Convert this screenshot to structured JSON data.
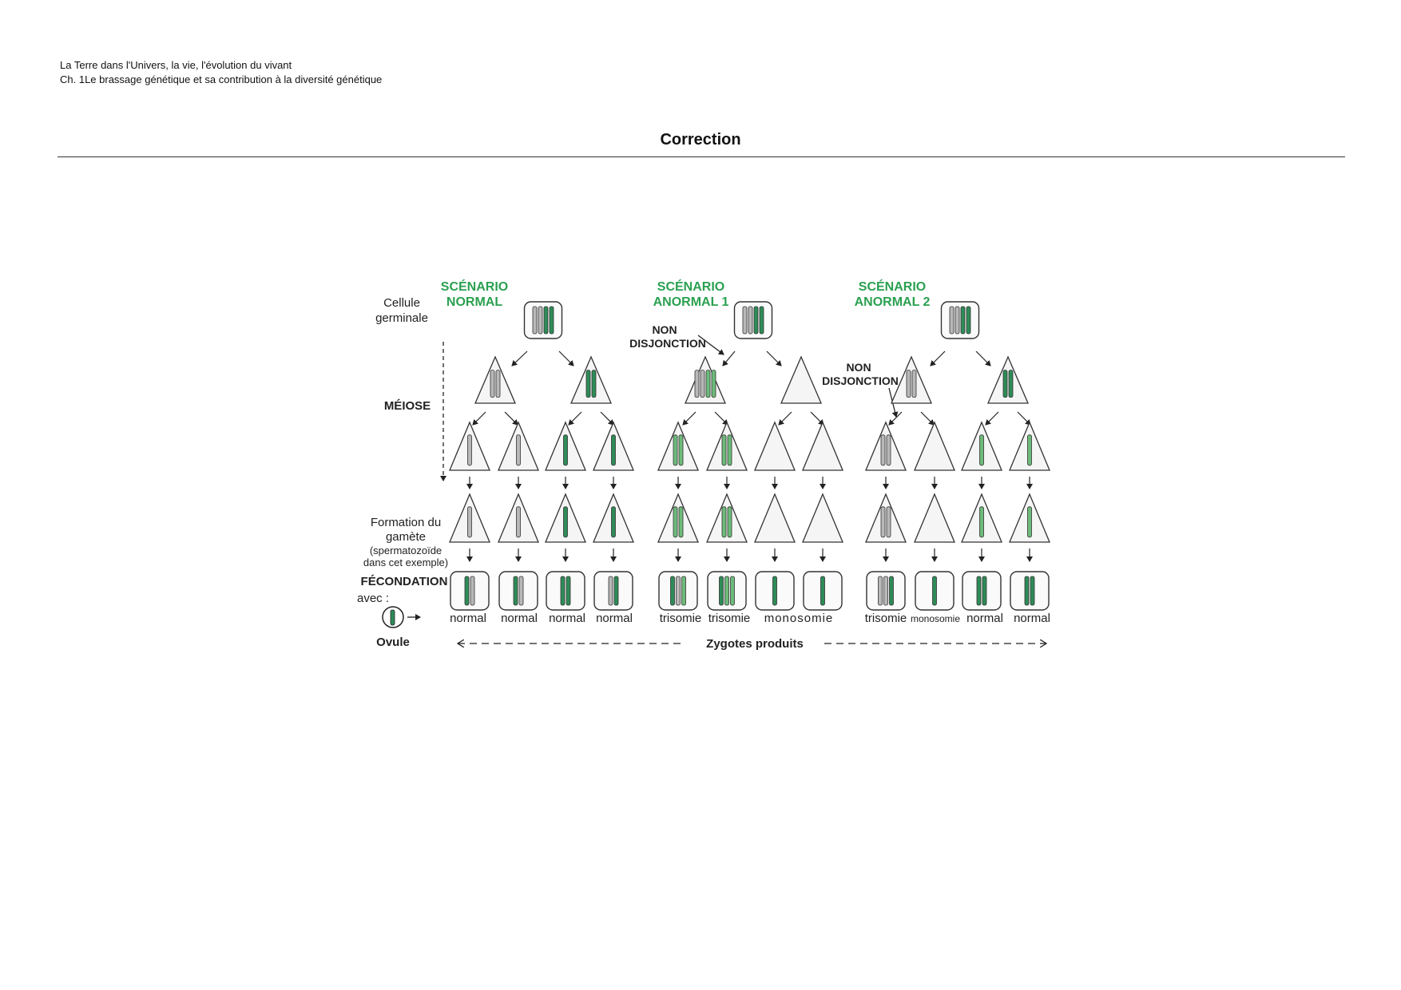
{
  "header": {
    "line1": "La Terre dans l'Univers, la vie, l'évolution du vivant",
    "line2": "Ch. 1Le brassage génétique et sa contribution à la diversité génétique"
  },
  "page_title": "Correction",
  "colors": {
    "green": "#2e8b57",
    "green_light": "#6dbb7a",
    "gray": "#b8b8b8",
    "label_green": "#2aa050"
  },
  "diagram": {
    "left_labels": {
      "cellule": [
        "Cellule",
        "germinale"
      ],
      "meiose": "MÉIOSE",
      "formation": [
        "Formation du",
        "gamète",
        "(spermatozoïde",
        "dans cet exemple)"
      ],
      "fecondation": "FÉCONDATION",
      "avec": "avec :",
      "ovule": "Ovule"
    },
    "scenarios": [
      {
        "title": [
          "SCÉNARIO",
          "NORMAL"
        ],
        "zygotes": [
          "normal",
          "normal",
          "normal",
          "normal"
        ]
      },
      {
        "title": [
          "SCÉNARIO",
          "ANORMAL 1"
        ],
        "non_disjonction": [
          "NON",
          "DISJONCTION"
        ],
        "zygotes": [
          "trisomie",
          "trisomie",
          "monosomie"
        ]
      },
      {
        "title": [
          "SCÉNARIO",
          "ANORMAL 2"
        ],
        "non_disjonction": [
          "NON",
          "DISJONCTION"
        ],
        "zygotes": [
          "trisomie",
          "monosomie",
          "normal",
          "normal"
        ]
      }
    ],
    "zygotes_produits": "Zygotes produits"
  }
}
